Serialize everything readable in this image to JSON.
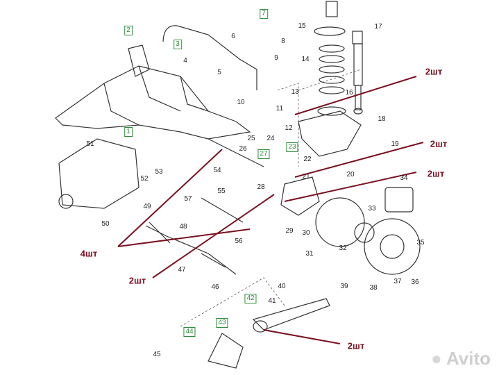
{
  "parts": [
    {
      "num": "1",
      "boxed": true
    },
    {
      "num": "2",
      "boxed": true
    },
    {
      "num": "3",
      "boxed": true
    },
    {
      "num": "4",
      "boxed": false
    },
    {
      "num": "5",
      "boxed": false
    },
    {
      "num": "6",
      "boxed": false
    },
    {
      "num": "7",
      "boxed": true
    },
    {
      "num": "8",
      "boxed": false
    },
    {
      "num": "9",
      "boxed": false
    },
    {
      "num": "10",
      "boxed": false
    },
    {
      "num": "11",
      "boxed": false
    },
    {
      "num": "12",
      "boxed": false
    },
    {
      "num": "13",
      "boxed": false
    },
    {
      "num": "14",
      "boxed": false
    },
    {
      "num": "15",
      "boxed": false
    },
    {
      "num": "16",
      "boxed": false
    },
    {
      "num": "17",
      "boxed": false
    },
    {
      "num": "18",
      "boxed": false
    },
    {
      "num": "19",
      "boxed": false
    },
    {
      "num": "20",
      "boxed": false
    },
    {
      "num": "21",
      "boxed": false
    },
    {
      "num": "22",
      "boxed": false
    },
    {
      "num": "23",
      "boxed": true
    },
    {
      "num": "24",
      "boxed": false
    },
    {
      "num": "25",
      "boxed": false
    },
    {
      "num": "26",
      "boxed": false
    },
    {
      "num": "27",
      "boxed": true
    },
    {
      "num": "28",
      "boxed": false
    },
    {
      "num": "29",
      "boxed": false
    },
    {
      "num": "30",
      "boxed": false
    },
    {
      "num": "31",
      "boxed": false
    },
    {
      "num": "32",
      "boxed": false
    },
    {
      "num": "33",
      "boxed": false
    },
    {
      "num": "34",
      "boxed": false
    },
    {
      "num": "35",
      "boxed": false
    },
    {
      "num": "36",
      "boxed": false
    },
    {
      "num": "37",
      "boxed": false
    },
    {
      "num": "38",
      "boxed": false
    },
    {
      "num": "39",
      "boxed": false
    },
    {
      "num": "40",
      "boxed": false
    },
    {
      "num": "41",
      "boxed": false
    },
    {
      "num": "42",
      "boxed": true
    },
    {
      "num": "43",
      "boxed": true
    },
    {
      "num": "44",
      "boxed": true
    },
    {
      "num": "45",
      "boxed": false
    },
    {
      "num": "46",
      "boxed": false
    },
    {
      "num": "47",
      "boxed": false
    },
    {
      "num": "48",
      "boxed": false
    },
    {
      "num": "49",
      "boxed": false
    },
    {
      "num": "50",
      "boxed": false
    },
    {
      "num": "51",
      "boxed": false
    },
    {
      "num": "52",
      "boxed": false
    },
    {
      "num": "53",
      "boxed": false
    },
    {
      "num": "54",
      "boxed": false
    },
    {
      "num": "55",
      "boxed": false
    },
    {
      "num": "56",
      "boxed": false
    },
    {
      "num": "57",
      "boxed": false
    }
  ],
  "quantity_labels": [
    "2шт",
    "2шт",
    "2шт",
    "4шт",
    "2шт",
    "2шт"
  ],
  "watermark": "Avito",
  "colors": {
    "line": "#333333",
    "accent": "#7a1020",
    "box": "#2e8b3a"
  }
}
